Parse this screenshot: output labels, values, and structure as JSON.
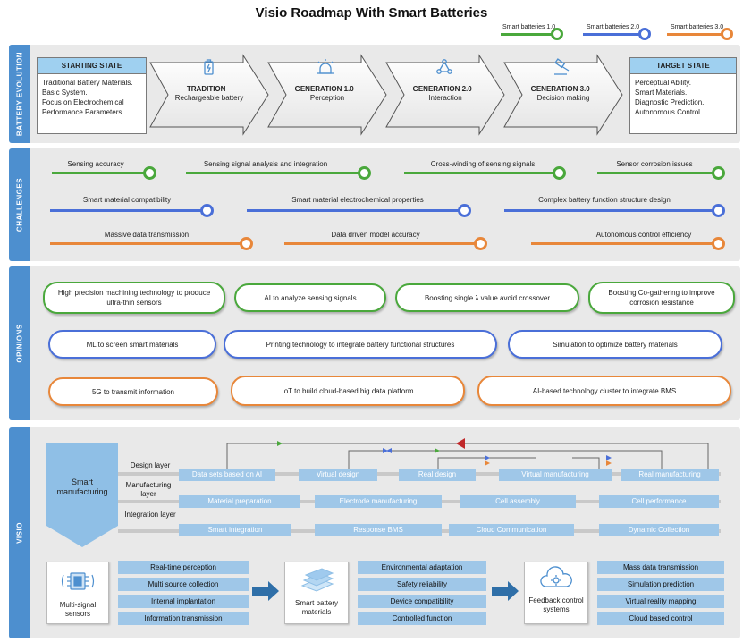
{
  "title": "Visio Roadmap With Smart Batteries",
  "legend": [
    {
      "label": "Smart batteries 1.0",
      "color": "#4aa83c"
    },
    {
      "label": "Smart batteries 2.0",
      "color": "#4a6fd8"
    },
    {
      "label": "Smart batteries 3.0",
      "color": "#e8873a"
    }
  ],
  "sections": {
    "evolution": "BATTERY EVOLUTION",
    "challenges": "CHALLENGES",
    "opinions": "OPINIONS",
    "visio": "VISIO"
  },
  "evolution": {
    "start": {
      "title": "STARTING STATE",
      "lines": [
        "Traditional Battery Materials.",
        "Basic System.",
        "Focus on Electrochemical",
        "Performance Parameters."
      ]
    },
    "stages": [
      {
        "name": "TRADITION –",
        "sub": "Rechargeable battery",
        "icon": "battery-icon"
      },
      {
        "name": "GENERATION 1.0 –",
        "sub": "Perception",
        "icon": "alarm-icon"
      },
      {
        "name": "GENERATION 2.0 –",
        "sub": "Interaction",
        "icon": "network-icon"
      },
      {
        "name": "GENERATION 3.0 –",
        "sub": "Decision making",
        "icon": "gavel-icon"
      }
    ],
    "target": {
      "title": "TARGET STATE",
      "lines": [
        "Perceptual Ability.",
        "Smart Materials.",
        "Diagnostic Prediction.",
        "Autonomous Control."
      ]
    }
  },
  "challenges": {
    "green": [
      "Sensing  accuracy",
      "Sensing signal analysis and integration",
      "Cross-winding of sensing signals",
      "Sensor corrosion issues"
    ],
    "blue": [
      "Smart material compatibility",
      "Smart material electrochemical properties",
      "Complex battery function structure design"
    ],
    "orange": [
      "Massive data transmission",
      "Data driven model accuracy",
      "Autonomous control efficiency"
    ]
  },
  "opinions": {
    "green": [
      "High precision machining technology to produce ultra-thin sensors",
      "AI to analyze sensing signals",
      "Boosting single λ value avoid crossover",
      "Boosting Co-gathering to improve corrosion resistance"
    ],
    "blue": [
      "ML to screen smart materials",
      "Printing technology to integrate battery functional structures",
      "Simulation to optimize battery materials"
    ],
    "orange": [
      "5G to transmit information",
      "IoT to build cloud-based big data platform",
      "AI-based technology cluster to integrate BMS"
    ]
  },
  "visio": {
    "smart_manufacturing": "Smart manufacturing",
    "layers": [
      "Design layer",
      "Manufacturing layer",
      "Integration layer"
    ],
    "design": [
      "Data sets based on AI",
      "Virtual design",
      "Real design",
      "Virtual manufacturing",
      "Real manufacturing"
    ],
    "manufacturing": [
      "Material preparation",
      "Electrode manufacturing",
      "Cell assembly",
      "Cell performance"
    ],
    "integration": [
      "Smart integration",
      "Response BMS",
      "Cloud Communication",
      "Dynamic Collection"
    ],
    "cards": [
      {
        "label": "Multi-signal sensors",
        "icon": "chip-icon",
        "items": [
          "Real-time perception",
          "Multi source collection",
          "Internal implantation",
          "Information transmission"
        ]
      },
      {
        "label": "Smart battery materials",
        "icon": "layers-icon",
        "items": [
          "Environmental adaptation",
          "Safety reliability",
          "Device compatibility",
          "Controlled function"
        ]
      },
      {
        "label": "Feedback control systems",
        "icon": "cloud-gear-icon",
        "items": [
          "Mass data transmission",
          "Simulation prediction",
          "Virtual reality mapping",
          "Cloud based control"
        ]
      }
    ]
  }
}
